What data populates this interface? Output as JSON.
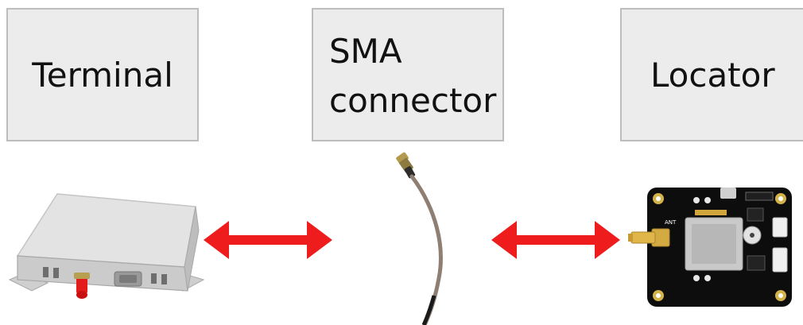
{
  "boxes": {
    "terminal": "Terminal",
    "sma_line1": "SMA",
    "sma_line2": "connector",
    "locator": "Locator"
  },
  "board_labels": {
    "ant": "ANT"
  },
  "colors": {
    "arrow": "#ee1c1c",
    "box_fill": "#ececec",
    "box_border": "#bdbdbd"
  }
}
